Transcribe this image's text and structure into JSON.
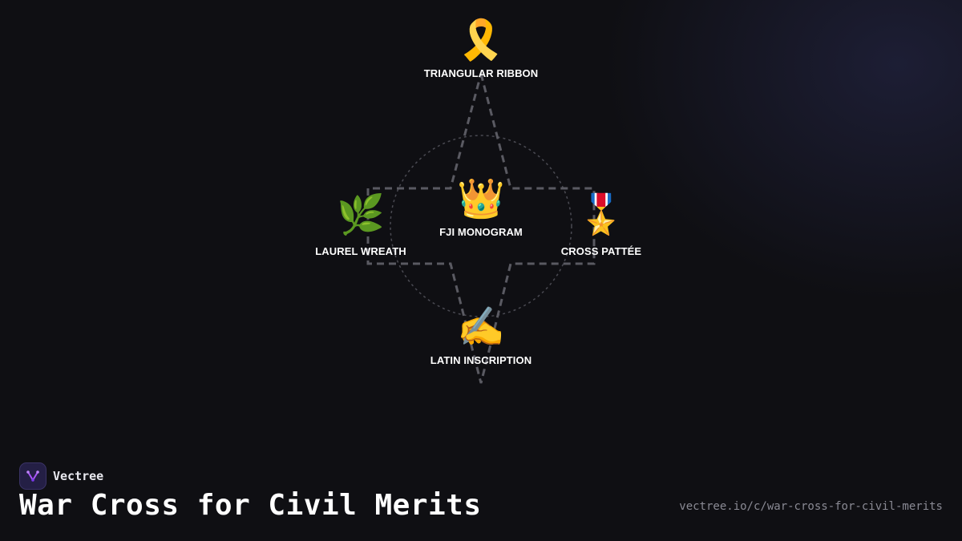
{
  "diagram": {
    "nodes": {
      "top": {
        "icon": "🎗️",
        "icon_name": "ribbon-icon",
        "label": "TRIANGULAR RIBBON"
      },
      "center": {
        "icon": "👑",
        "icon_name": "crown-icon",
        "label": "FJI MONOGRAM"
      },
      "left": {
        "icon": "🌿",
        "icon_name": "herb-icon",
        "label": "LAUREL WREATH"
      },
      "right": {
        "icon": "🎖️",
        "icon_name": "military-medal-icon",
        "label": "CROSS PATTÉE"
      },
      "bottom": {
        "icon": "✍️",
        "icon_name": "writing-hand-icon",
        "label": "LATIN INSCRIPTION"
      }
    }
  },
  "footer": {
    "brand": "Vectree",
    "title": "War Cross for Civil Merits",
    "url": "vectree.io/c/war-cross-for-civil-merits"
  },
  "colors": {
    "background": "#0f0f13",
    "connector": "#55555c",
    "circle": "#4a4a52",
    "label": "#ffffff",
    "brand_accent": "#a855f7"
  }
}
